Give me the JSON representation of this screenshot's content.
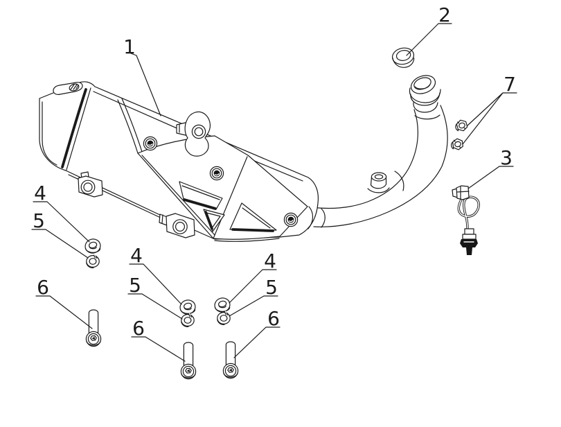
{
  "diagram": {
    "background_color": "#ffffff",
    "line_color": "#1a1a1a",
    "callouts": [
      {
        "num": "1"
      },
      {
        "num": "2"
      },
      {
        "num": "7"
      },
      {
        "num": "3"
      },
      {
        "num": "4"
      },
      {
        "num": "5"
      },
      {
        "num": "6"
      },
      {
        "num": "4"
      },
      {
        "num": "5"
      },
      {
        "num": "6"
      },
      {
        "num": "4"
      },
      {
        "num": "5"
      },
      {
        "num": "6"
      }
    ]
  }
}
